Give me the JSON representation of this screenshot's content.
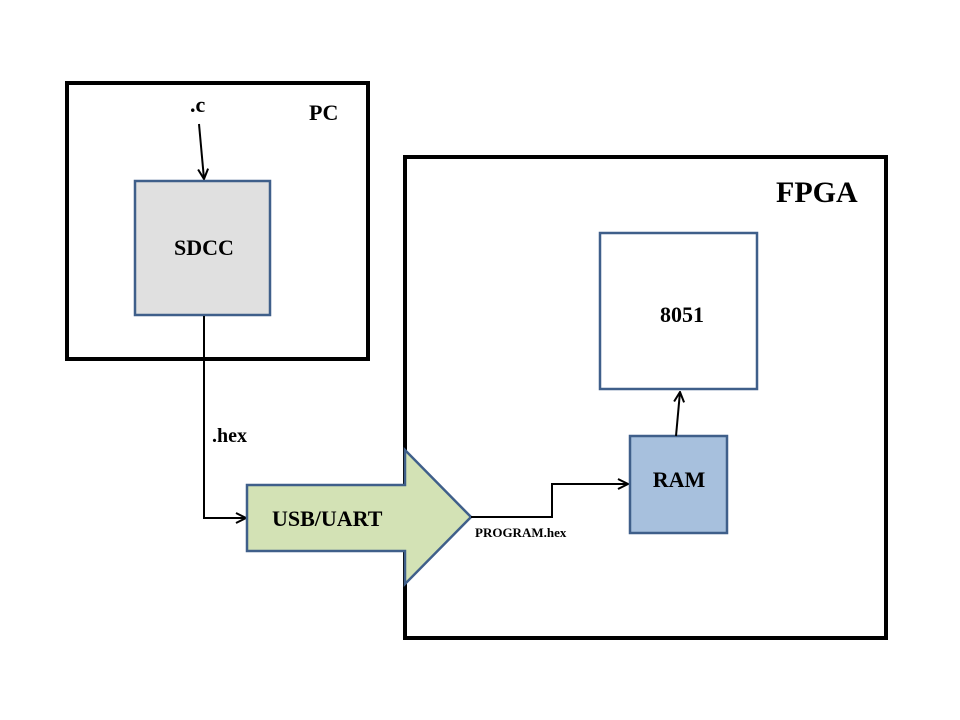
{
  "diagram": {
    "pc": {
      "label": "PC"
    },
    "fpga": {
      "label": "FPGA"
    },
    "source_file": {
      "label": ".c"
    },
    "sdcc": {
      "label": "SDCC",
      "fill": "#e0e0e0",
      "stroke": "#3f5f8a"
    },
    "hex_file": {
      "label": ".hex"
    },
    "usb_uart": {
      "label": "USB/UART",
      "fill": "#d3e2b5",
      "stroke": "#3f5f8a"
    },
    "program_hex": {
      "label": "PROGRAM.hex"
    },
    "ram": {
      "label": "RAM",
      "fill": "#a7c0dd",
      "stroke": "#3f5f8a"
    },
    "cpu_8051": {
      "label": "8051",
      "fill": "#ffffff",
      "stroke": "#3f5f8a"
    }
  }
}
